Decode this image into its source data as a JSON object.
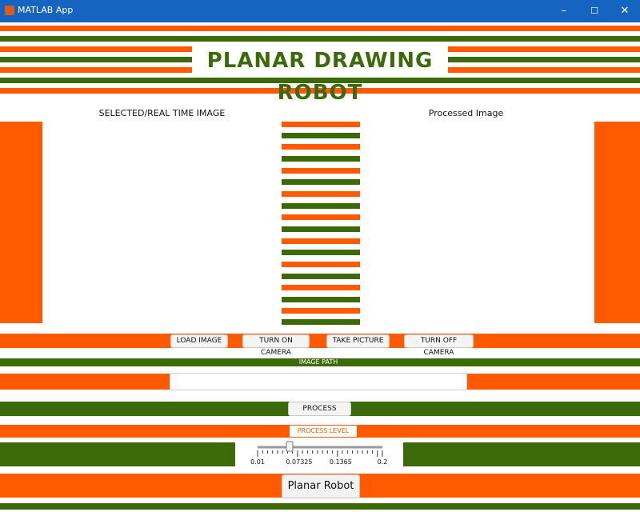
{
  "window": {
    "title": "MATLAB App",
    "minimize_glyph": "–",
    "maximize_glyph": "☐",
    "close_glyph": "✕"
  },
  "app": {
    "title": "PLANAR DRAWING ROBOT"
  },
  "panels": {
    "left_label": "SELECTED/REAL TIME IMAGE",
    "right_label": "Processed Image"
  },
  "buttons": {
    "load_image": "LOAD IMAGE",
    "turn_on_camera": "TURN ON CAMERA",
    "take_picture": "TAKE PICTURE",
    "turn_off_camera": "TURN OFF CAMERA",
    "process": "PROCESS",
    "planar_robot": "Planar Robot"
  },
  "image_path": {
    "label": "IMAGE PATH",
    "value": ""
  },
  "process_level": {
    "label": "PROCESS LEVEL",
    "min": 0.01,
    "max": 0.2,
    "value": 0.0587,
    "tick_labels": [
      "0.01",
      "0.07325",
      "0.1365",
      "0.2"
    ],
    "tick_values": [
      0.01,
      0.07325,
      0.1365,
      0.2
    ]
  },
  "colors": {
    "orange": "#ff5a00",
    "green": "#3d6a08",
    "titlebar": "#1565c0"
  },
  "icons": [
    "matlab-icon"
  ]
}
